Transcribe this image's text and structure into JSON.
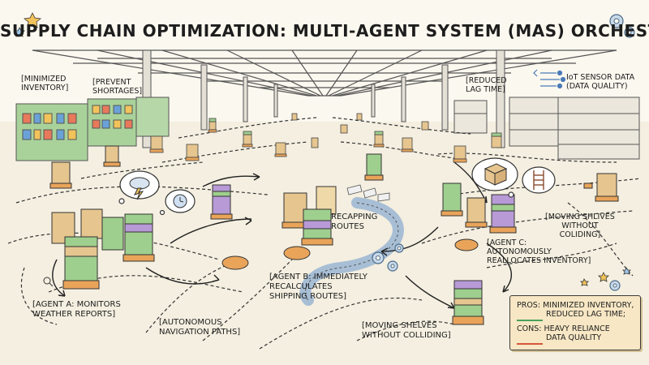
{
  "title": "SUPPLY CHAIN OPTIMIZATION: MULTI-AGENT SYSTEM (MAS) ORCHESTRA",
  "labels": {
    "minimized_inventory": "[MINIMIZED\nINVENTORY]",
    "prevent_shortages": "[PREVENT\nSHORTAGES]",
    "reduced_lag_time": "[REDUCED\nLAG TIME]",
    "iot_sensor": "IoT SENSOR DATA\n(DATA QUALITY)",
    "recapping_routes": "RECAPPING\nROUTES",
    "moving_shlives": "[MOVING SHLIVES\nWITHOUT\nCOLIDING]",
    "agent_c": "[AGENT C:\nAUTONOMOUSLY\nREALLOCATES INVENTORY]",
    "agent_b": "[AGENT B: IMMEDIATELY\nRECALCULATES\nSHIPPING ROUTES]",
    "agent_a": "[AGENT A: MONITORS\nWEATHER REPORTS]",
    "autonomous_nav": "[AUTONOMOUS\nNAVIGATION PATHS]",
    "moving_shelves": "[MOVING SHELVES\nWITHOUT COLLIDING]"
  },
  "pros_cons": {
    "pros_label": "PROS:",
    "pros_text_1": "MINIMIZED INVENTORY,",
    "pros_text_2": "REDUCED LAG TIME;",
    "cons_label": "CONS:",
    "cons_text_1": "HEAVY RELIANCE",
    "cons_text_2": "DATA QUALITY"
  },
  "colors": {
    "background": "#fbf8ef",
    "ink": "#222222",
    "robot_orange": "#e9a45a",
    "robot_purple": "#b79ad6",
    "shelf_green": "#9fcf8e",
    "box_tan": "#e6c58f",
    "panel": "#f7e7c4",
    "pros_underline": "#4aa05a",
    "cons_underline": "#d8553a"
  }
}
